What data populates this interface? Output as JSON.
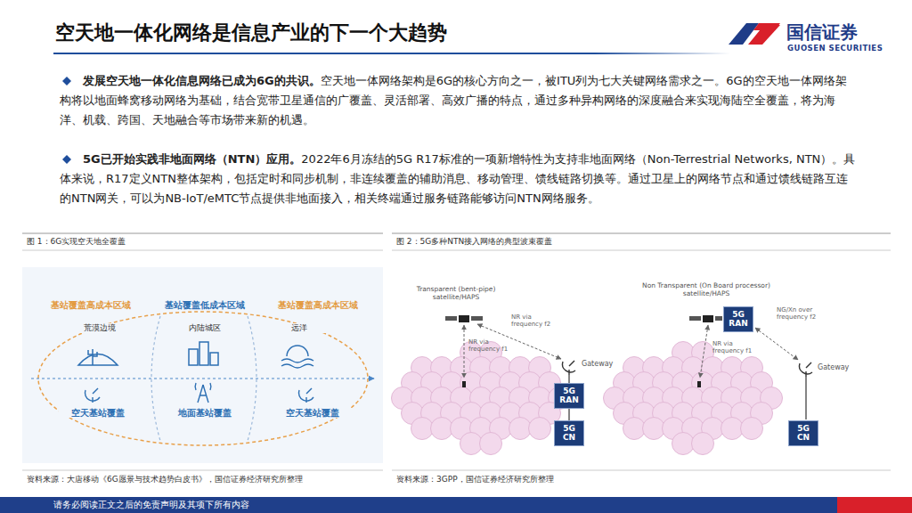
{
  "diagram": {
    "title": "空天地一体化网络是信息产业的下一个大趋势",
    "nodes": [
      {
        "text": [
          "5G RAN"
        ]
      },
      {
        "text": [
          "5G CN"
        ]
      },
      {
        "text": [
          "5G RAN"
        ]
      },
      {
        "text": [
          "5G CN"
        ]
      }
    ],
    "edges": [
      {
        "from": 0,
        "to": 1,
        "arrow": "none"
      }
    ],
    "labels": [
      "国信证券",
      "GUOSEN SECURITIES",
      "发展空天地一体化信息网络已成为6G的共识。",
      "空天地一体网络架构是6G的核心方向之一，被ITU列为七大关键网络需求之一。6G的空天地一体网络架构将以地面蜂窝移动网络为基础，结合宽带卫星通信的广覆盖、灵活部署、高效广播的特点，通过多种异构网络的深度融合来实现海陆空全覆盖，将为海洋、机载、跨国、天地融合等市场带来新的机遇。",
      "5G已开始实践非地面网络（NTN）应用。",
      "2022年6月冻结的5G R17标准的一项新增特性为支持非地面网络（Non-Terrestrial Networks, NTN）。具体来说，R17定义NTN整体架构，包括定时和同步机制，非连续覆盖的辅助消息、移动管理、馈线链路切换等。通过卫星上的网络节点和通过馈线链路互连的NTN网关，可以为NB-IoT/eMTC节点提供非地面接入，相关终端通过服务链路能够访问NTN网络服务。",
      "图 1：6G实现空天地全覆盖",
      "图 2：5G多种NTN接入网络的典型波束覆盖",
      "基站覆盖高成本区域",
      "基站覆盖低成本区域",
      "基站覆盖高成本区域",
      "荒漠边境",
      "内陆城区",
      "远洋",
      "空天基站覆盖",
      "地面基站覆盖",
      "空天基站覆盖",
      "Transparent (bent-pipe) satellite/HAPS",
      "NR via frequency f2",
      "NR via frequency f1",
      "Gateway",
      "Non Transparent (On Board processor) satellite/HAPS",
      "NG/Xn over frequency f2",
      "NR via frequency f1",
      "Gateway",
      "资料来源：大唐移动《6G愿景与技术趋势白皮书》，国信证券经济研究所整理",
      "资料来源：3GPP，国信证券经济研究所整理",
      "请务必阅读正文之后的免责声明及其项下所有内容"
    ]
  }
}
